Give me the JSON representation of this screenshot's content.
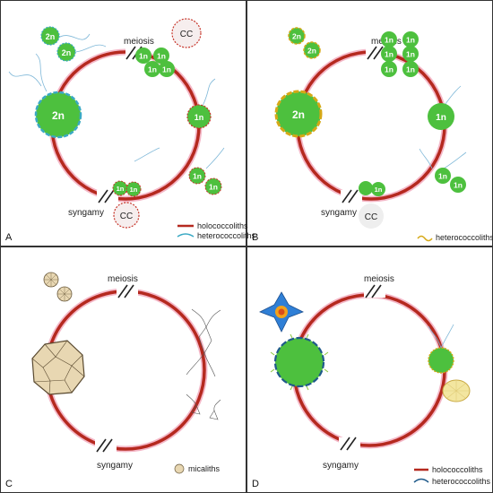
{
  "colors": {
    "cycle": "#b5291f",
    "cycle_glow": "#f4b8c8",
    "cell": "#4dc03e",
    "cell_dark": "#2d8e22",
    "heterococcolith": "#3aa9c4",
    "holococcolith": "#c7352a",
    "yellow_coccolith": "#d6a816",
    "cc_fill": "#eeeeee",
    "micalith": "#e8d7b2",
    "border": "#333333"
  },
  "icons": {
    "ring_break": "double-slash-icon",
    "cell": "circle-cell-icon",
    "flagella": "flagella-icon",
    "micalith": "polyhedral-micalith-icon",
    "star": "star-cell-icon"
  },
  "panels": {
    "A": {
      "letter": "A",
      "meiosis": "meiosis",
      "syngamy": "syngamy",
      "labels_2n": [
        "2n",
        "2n",
        "2n"
      ],
      "labels_1n": [
        "1n",
        "1n",
        "1n",
        "1n",
        "1n",
        "1n",
        "1n",
        "1n",
        "1n"
      ],
      "cc": [
        "CC",
        "CC"
      ],
      "legend": [
        "holococcoliths",
        "heterococcoliths"
      ]
    },
    "B": {
      "letter": "B",
      "meiosis": "meiosis",
      "syngamy": "syngamy",
      "labels_2n": [
        "2n",
        "2n",
        "2n"
      ],
      "labels_1n": [
        "1n",
        "1n",
        "1n",
        "1n",
        "1n",
        "1n",
        "1n",
        "1n",
        "1n",
        "1n"
      ],
      "cc": [
        "CC"
      ],
      "legend": [
        "heterococcoliths"
      ]
    },
    "C": {
      "letter": "C",
      "meiosis": "meiosis",
      "syngamy": "syngamy",
      "legend": [
        "micaliths"
      ]
    },
    "D": {
      "letter": "D",
      "meiosis": "meiosis",
      "syngamy": "syngamy",
      "legend": [
        "holococcoliths",
        "heterococcoliths"
      ]
    }
  }
}
